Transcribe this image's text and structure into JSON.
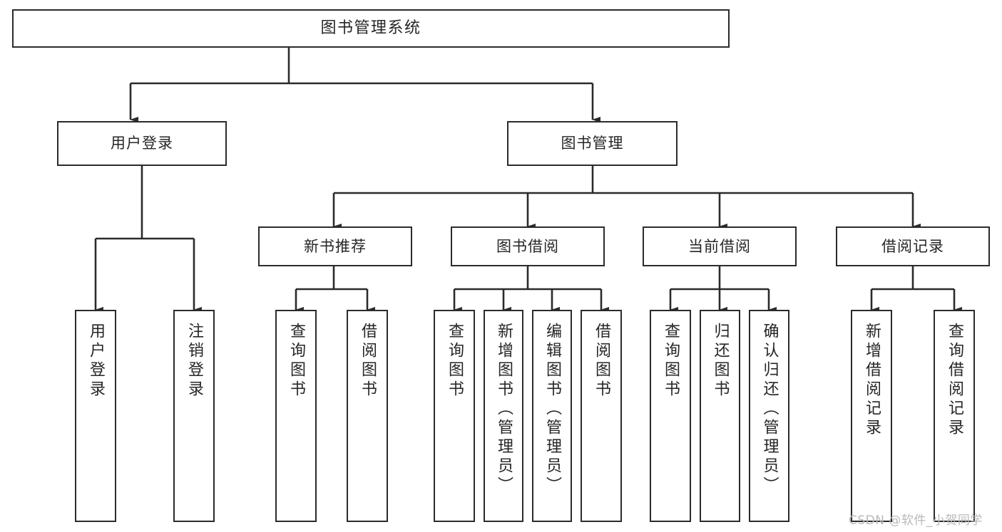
{
  "diagram": {
    "title": "图书管理系统",
    "type": "tree",
    "edge_color": "#2b2b2b",
    "node_border_color": "#2b2b2b",
    "node_fill_color": "#ffffff",
    "background_color": "#ffffff",
    "text_color": "#262626"
  },
  "nodes": {
    "root": {
      "label": "图书管理系统"
    },
    "level2": [
      {
        "id": "user-login",
        "label": "用户登录"
      },
      {
        "id": "book-management",
        "label": "图书管理"
      }
    ],
    "level3": [
      {
        "id": "new-book-recommend",
        "label": "新书推荐"
      },
      {
        "id": "book-borrow",
        "label": "图书借阅"
      },
      {
        "id": "current-borrow",
        "label": "当前借阅"
      },
      {
        "id": "borrow-record",
        "label": "借阅记录"
      }
    ],
    "leaves": {
      "user_login": [
        {
          "id": "leaf-user-login",
          "label": "用户登录"
        },
        {
          "id": "leaf-logout",
          "label": "注销登录"
        }
      ],
      "new_book_recommend": [
        {
          "id": "leaf-query-book-1",
          "label": "查询图书"
        },
        {
          "id": "leaf-borrow-book-1",
          "label": "借阅图书"
        }
      ],
      "book_borrow": [
        {
          "id": "leaf-query-book-2",
          "label": "查询图书"
        },
        {
          "id": "leaf-add-book",
          "label": "新增图书（管理员）"
        },
        {
          "id": "leaf-edit-book",
          "label": "编辑图书（管理员）"
        },
        {
          "id": "leaf-borrow-book-2",
          "label": "借阅图书"
        }
      ],
      "current_borrow": [
        {
          "id": "leaf-query-book-3",
          "label": "查询图书"
        },
        {
          "id": "leaf-return-book",
          "label": "归还图书"
        },
        {
          "id": "leaf-confirm-return",
          "label": "确认归还（管理员）"
        }
      ],
      "borrow_record": [
        {
          "id": "leaf-add-record",
          "label": "新增借阅记录"
        },
        {
          "id": "leaf-query-record",
          "label": "查询借阅记录"
        }
      ]
    }
  },
  "watermark": {
    "text": "CSDN @软件_小贺同学"
  }
}
